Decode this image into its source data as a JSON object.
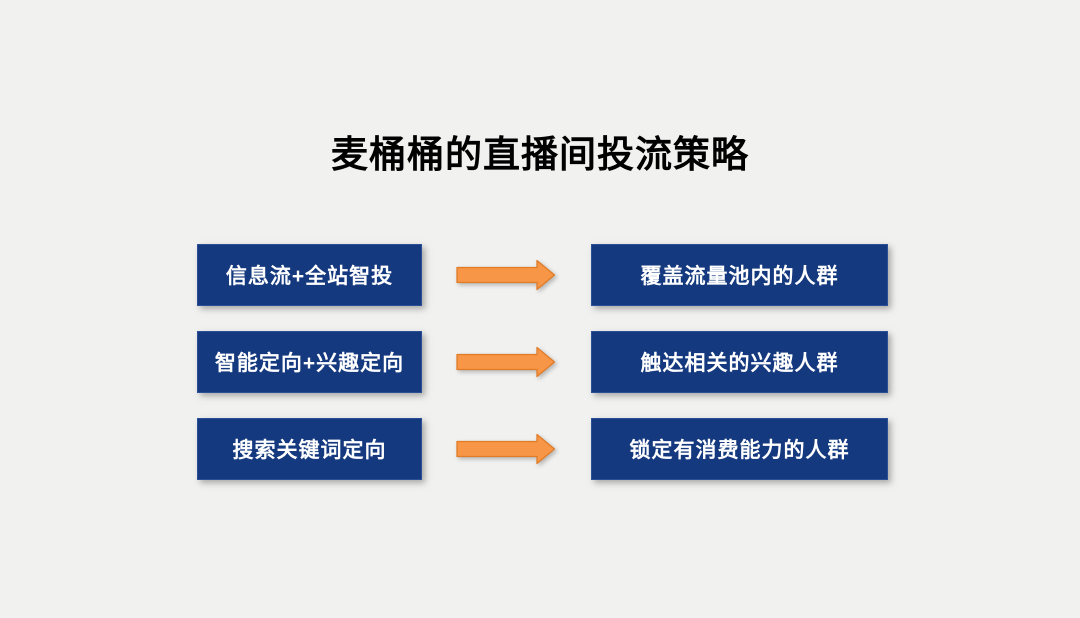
{
  "title": "麦桶桶的直播间投流策略",
  "colors": {
    "bg": "#f1f1f0",
    "box_blue": "#15397e",
    "box_border": "#2b4f96",
    "box_text": "#ffffff",
    "arrow_fill": "#f79646",
    "arrow_stroke": "#e07c28",
    "title_color": "#000000"
  },
  "diagram": {
    "arrow_icon": "right-arrow",
    "rows": [
      {
        "strategy": "信息流+全站智投",
        "outcome": "覆盖流量池内的人群"
      },
      {
        "strategy": "智能定向+兴趣定向",
        "outcome": "触达相关的兴趣人群"
      },
      {
        "strategy": "搜索关键词定向",
        "outcome": "锁定有消费能力的人群"
      }
    ]
  }
}
